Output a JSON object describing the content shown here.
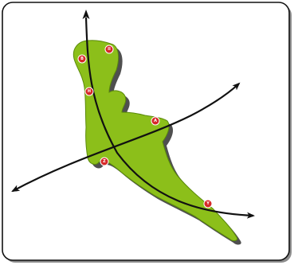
{
  "colors": {
    "frame_fill": "#ffffff",
    "frame_stroke": "#111111",
    "frame_shadow": "#8c8c8c",
    "region_fill": "#8cbf1a",
    "region_stroke": "#5a8a0a",
    "region_shadow": "#4f4f4f",
    "axis_color": "#111111",
    "marker_fill": "#d62828",
    "marker_stroke": "#ffffff",
    "marker_text": "#ffffff"
  },
  "markers": [
    {
      "id": "marker-b",
      "label": "B"
    },
    {
      "id": "marker-ii",
      "label": "II"
    },
    {
      "id": "marker-h",
      "label": "H"
    },
    {
      "id": "marker-a",
      "label": "A"
    },
    {
      "id": "marker-z",
      "label": "Z"
    },
    {
      "id": "marker-y",
      "label": "Y"
    }
  ],
  "icons": {
    "axis_arrow_up": "arrow-up-icon",
    "axis_arrow_right": "arrow-right-icon",
    "axis_arrow_upper_right": "arrow-upper-right-icon",
    "axis_arrow_lower_left": "arrow-lower-left-icon"
  }
}
